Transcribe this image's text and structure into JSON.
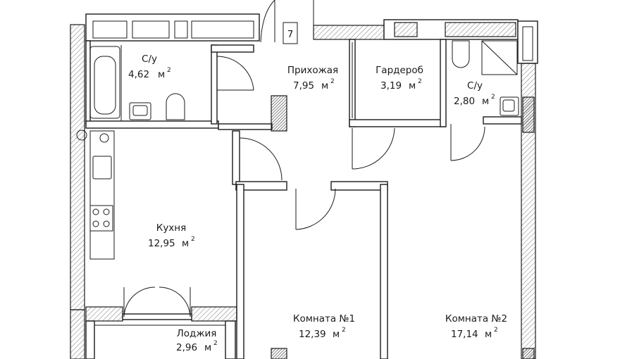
{
  "rooms": [
    {
      "id": "bath-1",
      "name": "С/у",
      "area": "4,62",
      "unit": "м",
      "sup": "2"
    },
    {
      "id": "hall",
      "name": "Прихожая",
      "area": "7,95",
      "unit": "м",
      "sup": "2"
    },
    {
      "id": "wardrobe",
      "name": "Гардероб",
      "area": "3,19",
      "unit": "м",
      "sup": "2"
    },
    {
      "id": "bath-2",
      "name": "С/у",
      "area": "2,80",
      "unit": "м",
      "sup": "2"
    },
    {
      "id": "kitchen",
      "name": "Кухня",
      "area": "12,95",
      "unit": "м",
      "sup": "2"
    },
    {
      "id": "room-1",
      "name": "Комната №1",
      "area": "12,39",
      "unit": "м",
      "sup": "2"
    },
    {
      "id": "room-2",
      "name": "Комната №2",
      "area": "17,14",
      "unit": "м",
      "sup": "2"
    },
    {
      "id": "loggia",
      "name": "Лоджия",
      "area": "2,96",
      "unit": "м",
      "sup": "2"
    }
  ],
  "entrance_marker": "7"
}
